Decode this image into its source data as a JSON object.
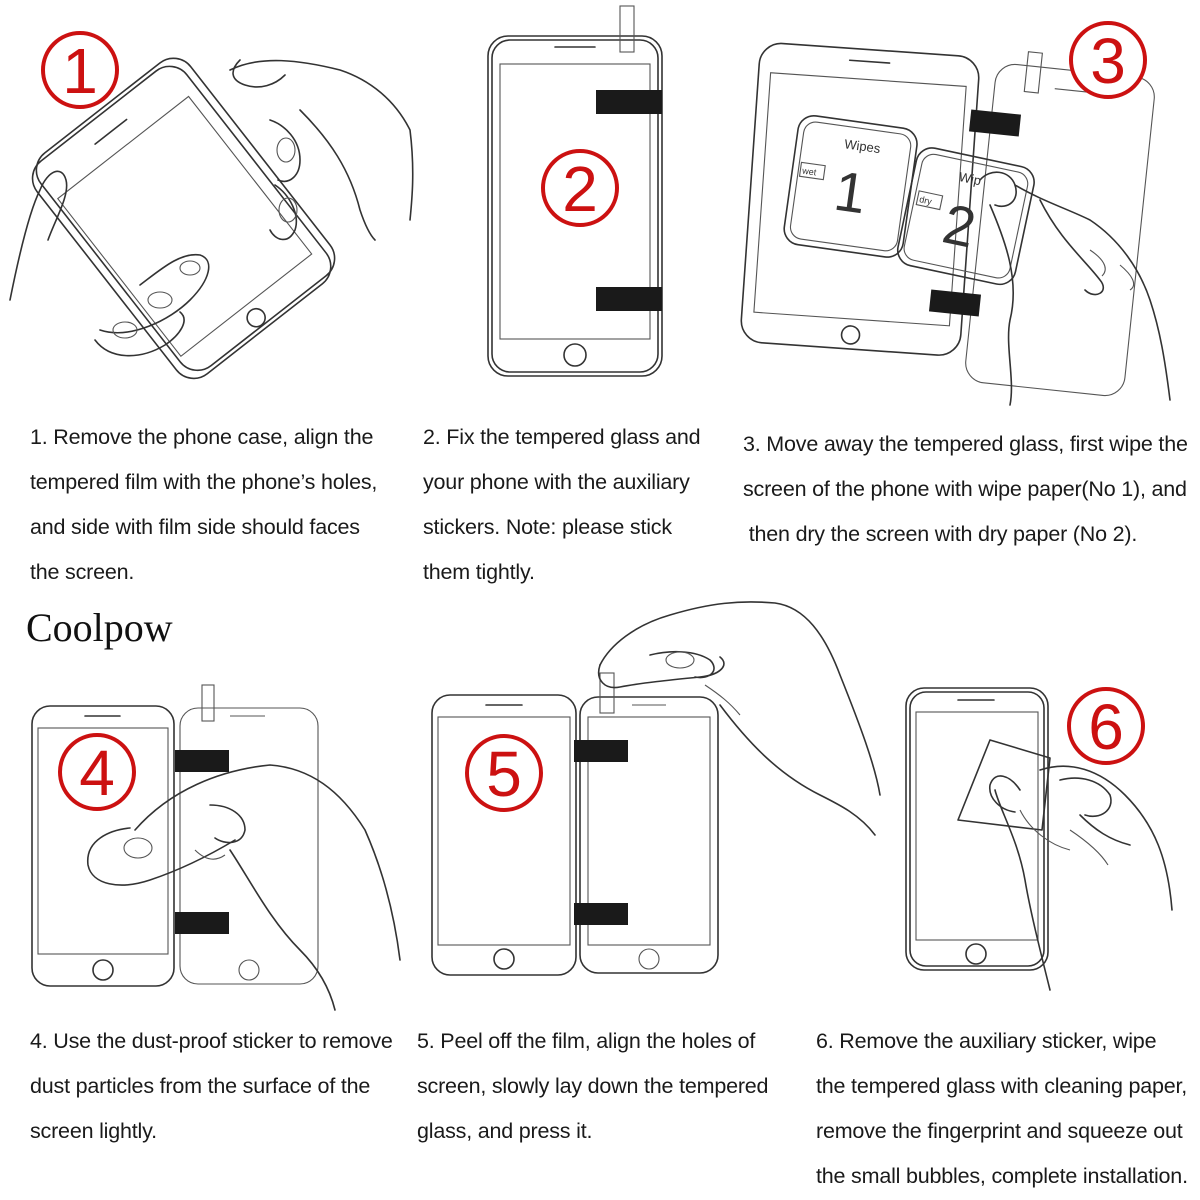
{
  "brand": "Coolpow",
  "steps": [
    {
      "number": "1",
      "caption_lines": [
        "1. Remove the phone case, align the",
        "tempered film with the phone’s holes,",
        "and side with film side should faces",
        "the screen."
      ]
    },
    {
      "number": "2",
      "caption_lines": [
        "2. Fix the tempered glass and",
        "your phone with the auxiliary",
        "stickers. Note: please stick",
        "them tightly."
      ]
    },
    {
      "number": "3",
      "caption_lines": [
        "3. Move away the tempered glass, first wipe the",
        "screen of the phone with wipe paper(No 1), and",
        " then dry the screen with dry paper (No 2)."
      ],
      "wipes": [
        {
          "label": "Wipes",
          "num": "1",
          "tag": "wet"
        },
        {
          "label": "Wip",
          "num": "2",
          "tag": "dry"
        }
      ]
    },
    {
      "number": "4",
      "caption_lines": [
        "4. Use the dust-proof sticker to remove",
        "dust particles from the surface of the",
        "screen lightly."
      ]
    },
    {
      "number": "5",
      "caption_lines": [
        "5. Peel off the film, align the holes of",
        "screen, slowly lay down the tempered",
        "glass, and press it."
      ]
    },
    {
      "number": "6",
      "caption_lines": [
        "6. Remove the auxiliary sticker, wipe",
        "the tempered glass with cleaning paper,",
        "remove the fingerprint and squeeze out",
        "the small bubbles, complete installation."
      ]
    }
  ],
  "colors": {
    "badge": "#cc1111",
    "line": "#333333",
    "sticker": "#1a1a1a"
  }
}
